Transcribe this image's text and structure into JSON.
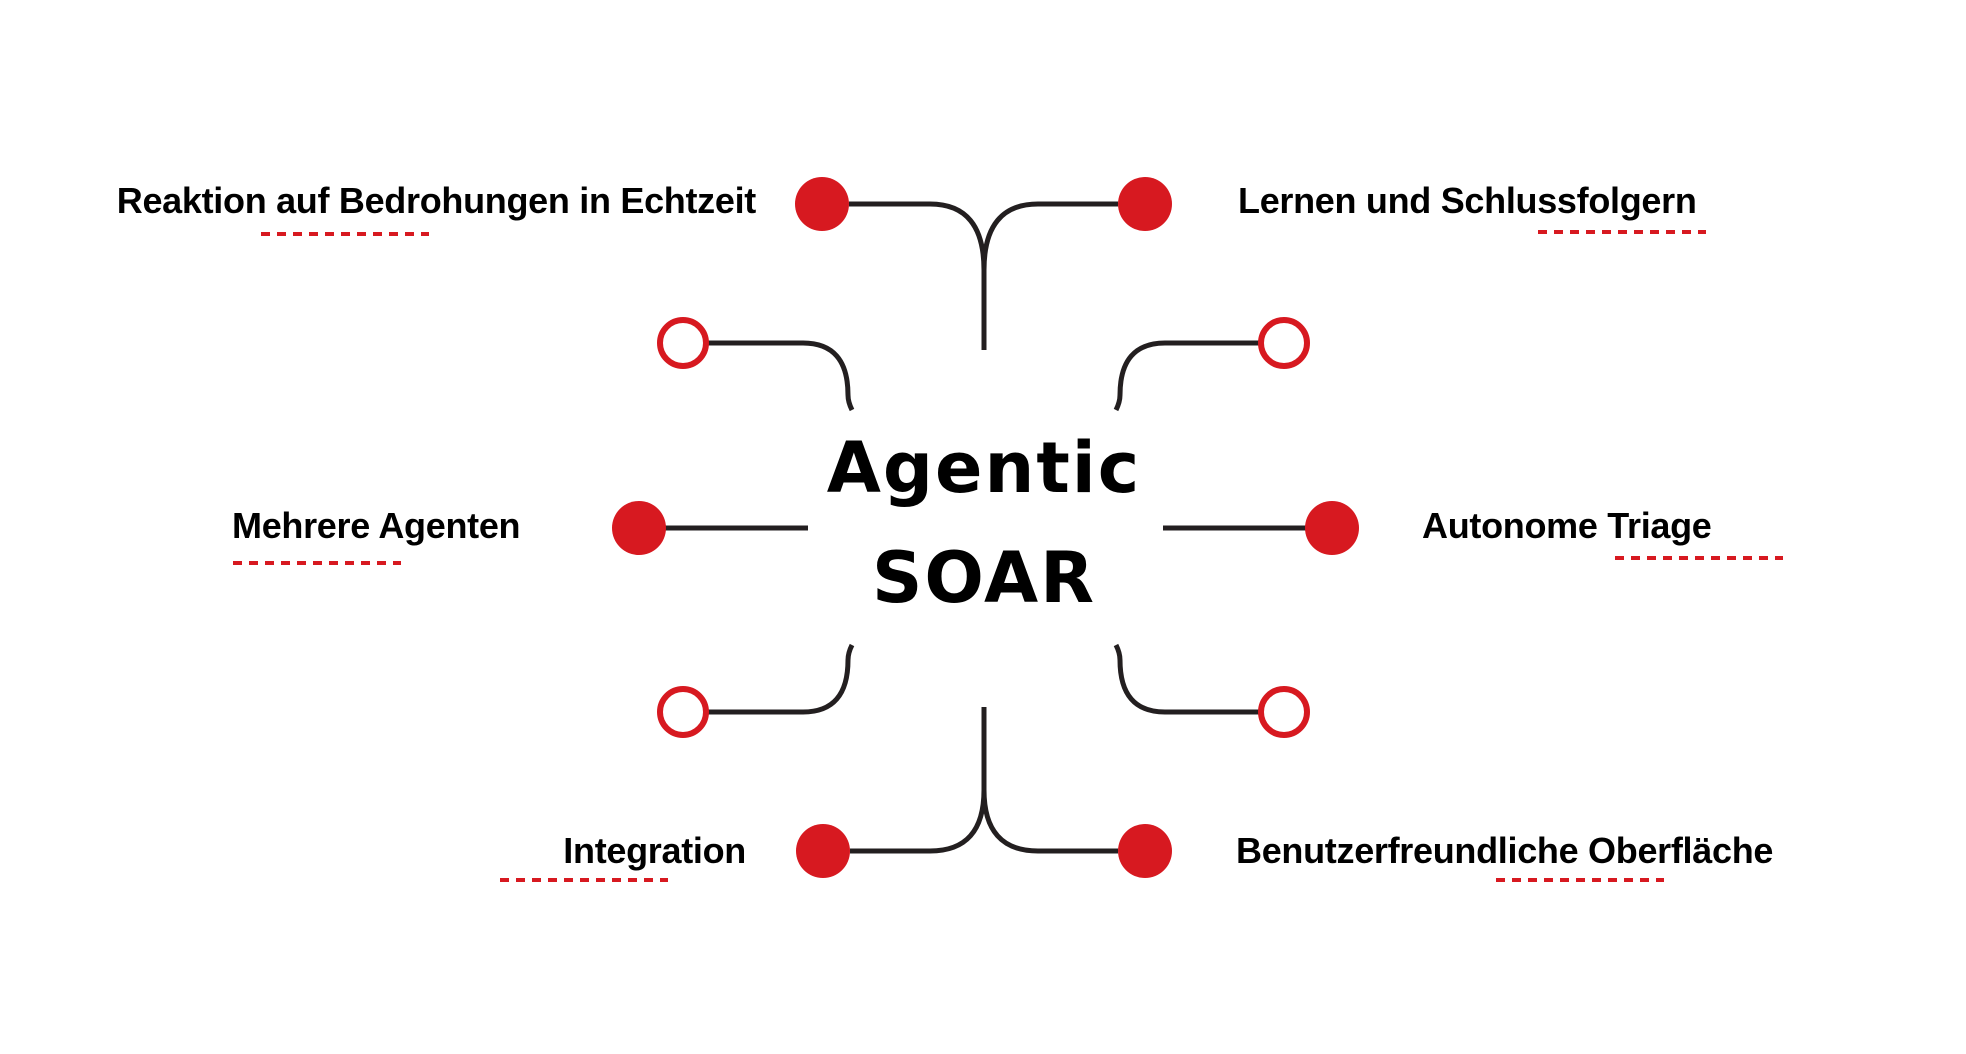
{
  "center": {
    "line1": "Agentic",
    "line2": "SOAR"
  },
  "features": {
    "top_left": "Reaktion auf Bedrohungen in Echtzeit",
    "top_right": "Lernen und Schlussfolgern",
    "middle_left": "Mehrere Agenten",
    "middle_right": "Autonome Triage",
    "bottom_left": "Integration",
    "bottom_right": "Benutzerfreundliche Oberfläche"
  },
  "colors": {
    "accent": "#d71920",
    "line": "#231f20",
    "text": "#000000",
    "background": "#ffffff"
  },
  "icons": {
    "filled_node": "filled-red-circle",
    "hollow_node": "hollow-red-ring"
  }
}
